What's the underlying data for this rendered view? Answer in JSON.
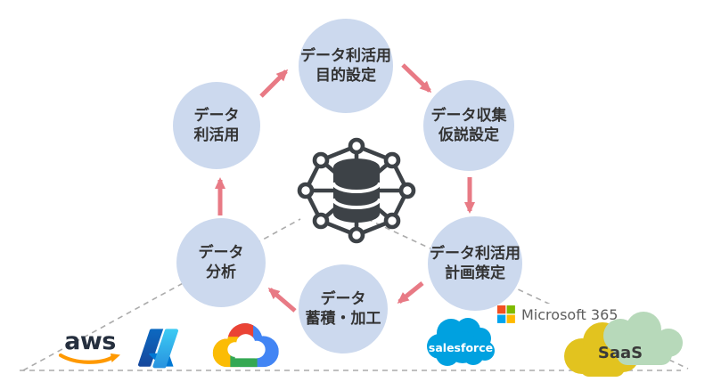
{
  "cycle": {
    "steps": [
      {
        "id": "purpose",
        "line1": "データ利活用",
        "line2": "目的設定"
      },
      {
        "id": "collection",
        "line1": "データ収集",
        "line2": "仮説設定"
      },
      {
        "id": "planning",
        "line1": "データ利活用",
        "line2": "計画策定"
      },
      {
        "id": "storage",
        "line1": "データ",
        "line2": "蓄積・加工"
      },
      {
        "id": "analysis",
        "line1": "データ",
        "line2": "分析"
      },
      {
        "id": "utilization",
        "line1": "データ",
        "line2": "利活用"
      }
    ]
  },
  "logos": {
    "aws": "aws",
    "salesforce": "salesforce",
    "microsoft365": "Microsoft 365",
    "saas": "SaaS"
  },
  "colors": {
    "circle_fill": "#ccd9ee",
    "circle_text": "#333333",
    "arrow": "#e87a85",
    "icon": "#3d4247",
    "dashed_line": "#ababab",
    "aws_text": "#252f3e",
    "aws_swoosh": "#ff9900",
    "salesforce_blue": "#00a1e0",
    "microsoft_text": "#5e5e5e",
    "ms_red": "#f25022",
    "ms_green": "#7fba00",
    "ms_blue": "#00a4ef",
    "ms_yellow": "#ffb900",
    "google_red": "#ea4335",
    "google_yellow": "#fbbc05",
    "google_green": "#34a853",
    "google_blue": "#4285f4",
    "saas_yellow": "#e2c31f",
    "saas_green": "#b7d9ba"
  }
}
